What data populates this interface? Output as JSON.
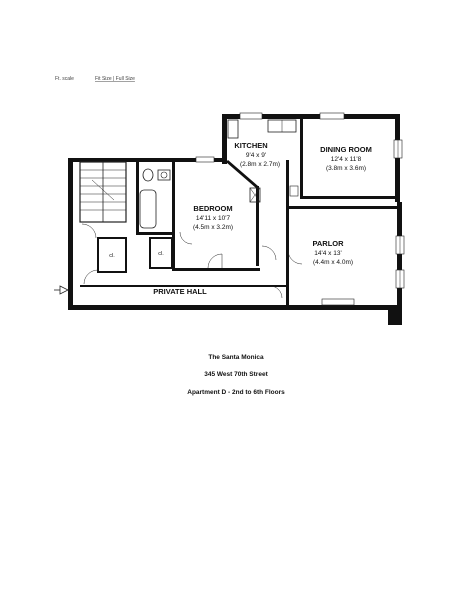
{
  "header": {
    "scale_note": "Ft. scale",
    "toolbar_text": "Fit Size | Full Size"
  },
  "plan": {
    "rooms": {
      "kitchen": {
        "name": "KITCHEN",
        "dims_imperial": "9'4 x 9'",
        "dims_metric": "(2.8m x 2.7m)"
      },
      "dining": {
        "name": "DINING ROOM",
        "dims_imperial": "12'4 x 11'8",
        "dims_metric": "(3.8m x 3.6m)"
      },
      "bedroom": {
        "name": "BEDROOM",
        "dims_imperial": "14'11 x 10'7",
        "dims_metric": "(4.5m x 3.2m)"
      },
      "parlor": {
        "name": "PARLOR",
        "dims_imperial": "14'4 x 13'",
        "dims_metric": "(4.4m x 4.0m)"
      },
      "hall": {
        "name": "PRIVATE HALL"
      },
      "closet1": {
        "name": "cl."
      },
      "closet2": {
        "name": "cl."
      }
    }
  },
  "caption": {
    "building": "The Santa Monica",
    "address": "345 West 70th Street",
    "unit": "Apartment D - 2nd to 6th Floors"
  }
}
